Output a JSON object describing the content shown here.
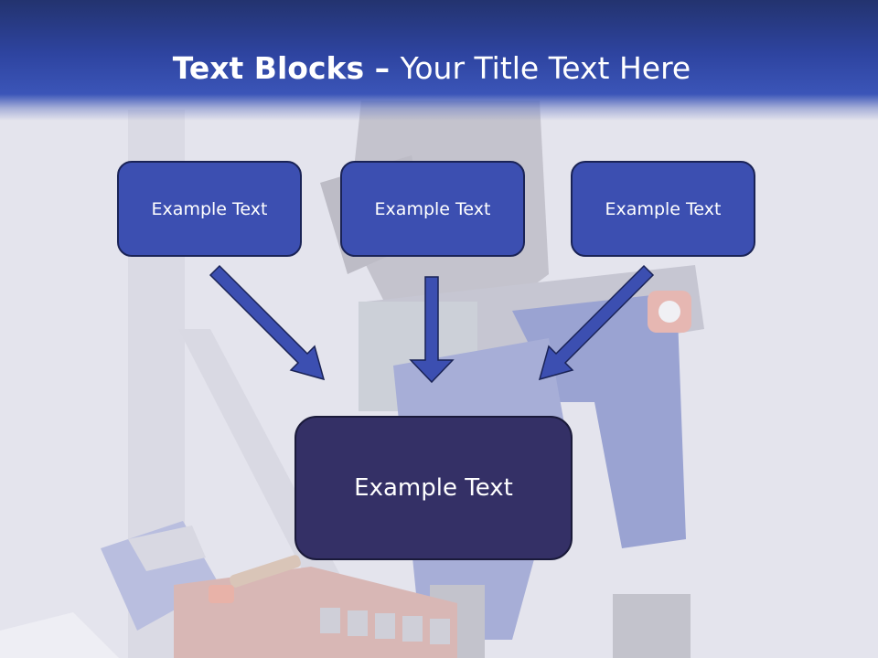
{
  "slide": {
    "title_bold": "Text Blocks",
    "title_dash": " – ",
    "title_rest": "Your Title Text Here"
  },
  "blocks": {
    "left": "Example Text",
    "center": "Example Text",
    "right": "Example Text",
    "target": "Example Text"
  },
  "colors": {
    "header": "#2e44a0",
    "block_fill": "#3c4fb1",
    "target_fill": "#343066",
    "arrow_fill": "#3c4fb1",
    "arrow_stroke": "#1a2356"
  }
}
